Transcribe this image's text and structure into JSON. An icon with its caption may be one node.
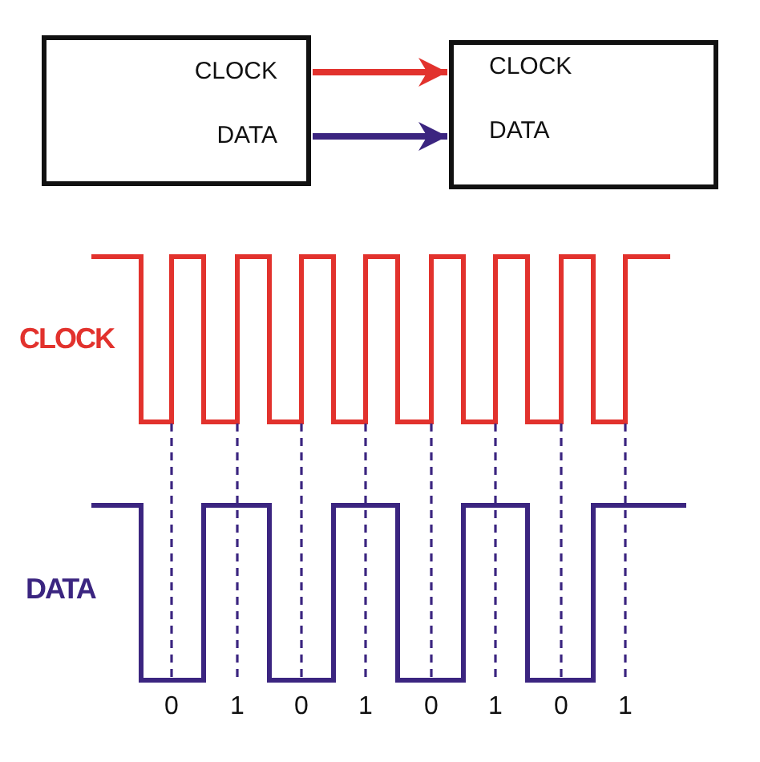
{
  "diagram": {
    "nodes": [
      {
        "text": [
          "CLOCK",
          "DATA"
        ]
      },
      {
        "text": [
          "CLOCK",
          "DATA"
        ]
      }
    ],
    "edges": [
      {
        "from": 0,
        "to": 1,
        "arrow": "to",
        "color": "#e2322d"
      },
      {
        "from": 0,
        "to": 1,
        "arrow": "to",
        "color": "#3b2580"
      }
    ],
    "labels": [
      "CLOCK",
      "DATA",
      "0",
      "1",
      "0",
      "1",
      "0",
      "1",
      "0",
      "1"
    ]
  }
}
